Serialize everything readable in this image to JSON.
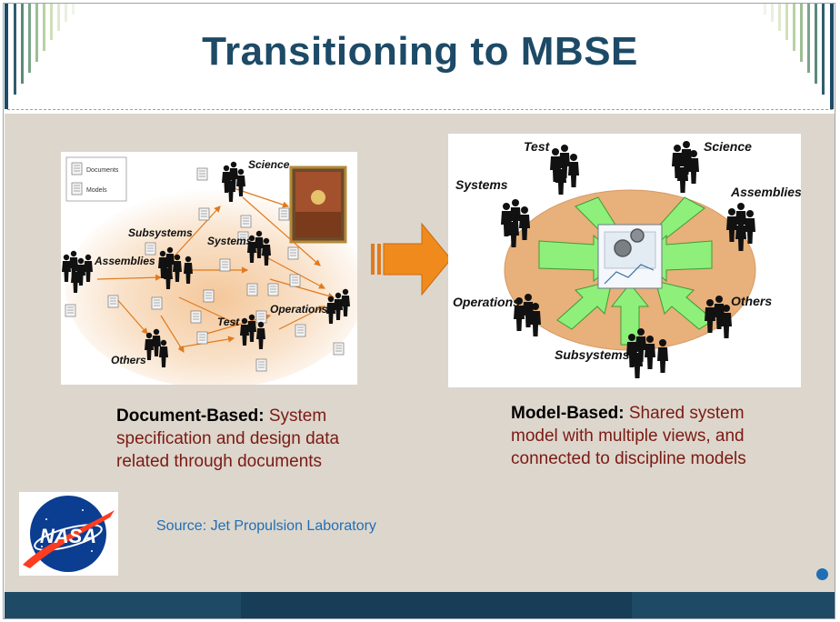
{
  "slide": {
    "title": "Transitioning to MBSE",
    "source": "Source: Jet Propulsion Laboratory",
    "colors": {
      "title": "#1d4a66",
      "body_bg": "#ddd6cc",
      "footer": "#1e4a66",
      "accent_text": "#7a1a14",
      "source_text": "#1f6fb6",
      "arrow": "#f08a1c",
      "model_arrows": "#8ef07a"
    }
  },
  "left_diagram": {
    "legend": [
      "Documents",
      "Models"
    ],
    "nodes": {
      "science": "Science",
      "subsystems": "Subsystems",
      "systems": "Systems",
      "assemblies": "Assemblies",
      "test": "Test",
      "operations": "Operations",
      "others": "Others"
    }
  },
  "right_diagram": {
    "nodes": {
      "test": "Test",
      "science": "Science",
      "systems": "Systems",
      "assemblies": "Assemblies",
      "operations": "Operations",
      "others": "Others",
      "subsystems": "Subsystems"
    }
  },
  "captions": {
    "left_bold": "Document-Based:",
    "left_text_1": " System",
    "left_text_2": "specification and design data",
    "left_text_3": "related through documents",
    "right_bold": "Model-Based:",
    "right_text_1": " Shared system",
    "right_text_2": "model with multiple views, and",
    "right_text_3": "connected to discipline models"
  },
  "logo": {
    "text": "NASA"
  }
}
